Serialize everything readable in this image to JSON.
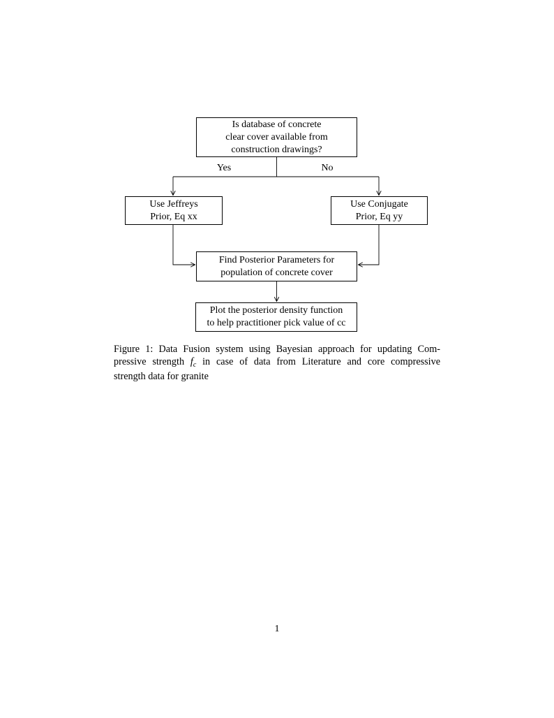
{
  "colors": {
    "ink": "#000000",
    "background": "#ffffff"
  },
  "flowchart": {
    "top_box": {
      "lines": [
        "Is database of concrete",
        "clear cover available from",
        "construction drawings?"
      ]
    },
    "yes_label": "Yes",
    "no_label": "No",
    "left_box": {
      "lines": [
        "Use Jeffreys",
        "Prior, Eq xx"
      ]
    },
    "right_box": {
      "lines": [
        "Use Conjugate",
        "Prior, Eq yy"
      ]
    },
    "middle_box": {
      "lines": [
        "Find Posterior Parameters for",
        "population of concrete cover"
      ]
    },
    "bottom_box": {
      "lines": [
        "Plot the posterior density function",
        "to help practitioner pick value of cc"
      ]
    }
  },
  "caption": {
    "line1": "Figure 1: Data Fusion system using Bayesian approach for updating Com-",
    "line2_pre": "pressive strength ",
    "line2_math_f": "f",
    "line2_math_sub": "c",
    "line2_post": " in case of data from Literature and core compressive",
    "line3": "strength data for granite"
  },
  "page": {
    "number": "1"
  }
}
